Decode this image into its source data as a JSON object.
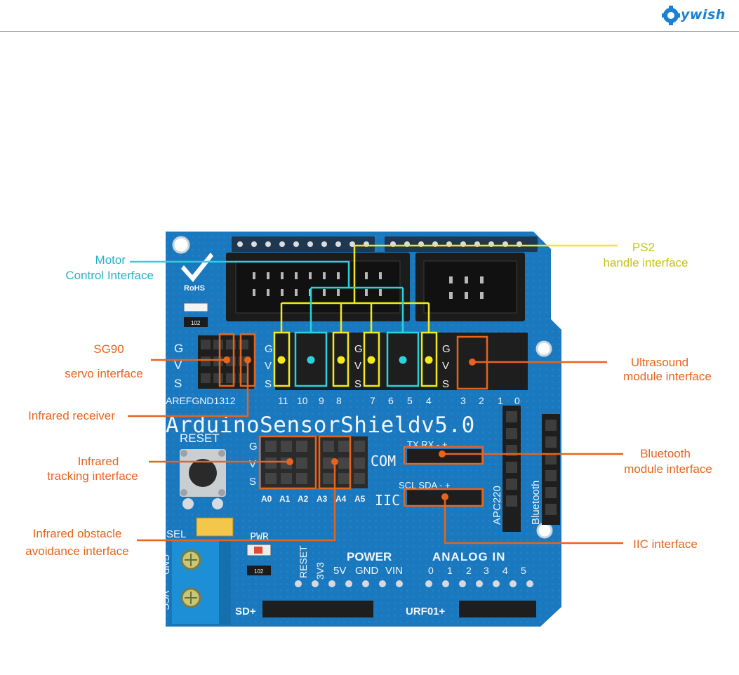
{
  "brand": {
    "logo_text": "ywish"
  },
  "board": {
    "title": "ArduinoSensorShieldv5.0",
    "reset": "RESET",
    "aref_row": "AREFGND1312",
    "digital_labels": [
      "11",
      "10",
      "9",
      "8",
      "7",
      "6",
      "5",
      "4",
      "3",
      "2",
      "1",
      "0"
    ],
    "gvs": [
      "G",
      "V",
      "S"
    ],
    "com": "COM",
    "iic": "IIC",
    "tx_rx": "TX RX - +",
    "scl_sda": "SCL SDA - +",
    "analog_pins": [
      "A0",
      "A1",
      "A2",
      "A3",
      "A4",
      "A5"
    ],
    "apc220": "APC220",
    "bluetooth": "Bluetooth",
    "sel": "SEL",
    "pwr": "PWR",
    "gnd": "GND",
    "vcc": "VCC",
    "power_header": "POWER",
    "power_pins": [
      "RESET",
      "3V3",
      "5V",
      "GND",
      "VIN"
    ],
    "analog_in": "ANALOG IN",
    "analog_nums": [
      "0",
      "1",
      "2",
      "3",
      "4",
      "5"
    ],
    "sd": "SD+",
    "urf": "URF01+",
    "rohs": "RoHS",
    "resistor_code": "102"
  },
  "callouts": {
    "motor_1": "Motor",
    "motor_2": "Control Interface",
    "ps2_1": "PS2",
    "ps2_2": "handle interface",
    "sg90_1": "SG90",
    "sg90_2": "servo interface",
    "ir_receiver": "Infrared receiver",
    "ir_track_1": "Infrared",
    "ir_track_2": "tracking interface",
    "ir_obstacle_1": "Infrared obstacle",
    "ir_obstacle_2": "avoidance interface",
    "ultra_1": "Ultrasound",
    "ultra_2": "module interface",
    "bt_1": "Bluetooth",
    "bt_2": "module interface",
    "iic": "IIC interface"
  },
  "colors": {
    "board": "#1f7fc4",
    "orange": "#e8641c",
    "yellow": "#f2ea1c",
    "cyan": "#2ad2de",
    "cyan_text": "#28b3c4",
    "yellow_text": "#c9c21a"
  }
}
